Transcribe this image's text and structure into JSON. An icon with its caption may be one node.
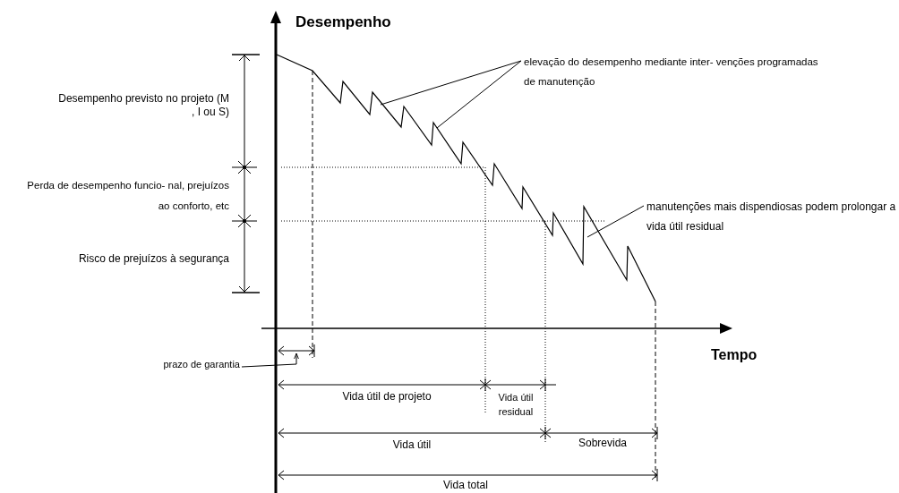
{
  "diagram": {
    "nodes": [
      {
        "text": [
          "elevação do desempenho mediante inter- venções programadas de manutenção"
        ]
      },
      {
        "text": [
          "manutenções mais dispendiosas podem prolongar a vida útil residual"
        ]
      },
      {
        "text": [
          "prazo de garantia"
        ]
      }
    ],
    "edges": [
      {
        "from": 0,
        "to": null,
        "arrow": "none"
      },
      {
        "from": 0,
        "to": null,
        "arrow": "none"
      },
      {
        "from": 1,
        "to": null,
        "arrow": "none"
      },
      {
        "from": 2,
        "to": null,
        "arrow": "to"
      }
    ],
    "labels": [
      "Desempenho",
      "Desempenho previsto no projeto (M , I ou S)",
      "Perda de desempenho funcio- nal, prejuízos ao conforto, etc",
      "Risco de prejuízos à segurança",
      "Tempo",
      "Vida útil de projeto",
      "Vida útil residual",
      "Vida útil",
      "Sobrevida",
      "Vida total"
    ]
  }
}
